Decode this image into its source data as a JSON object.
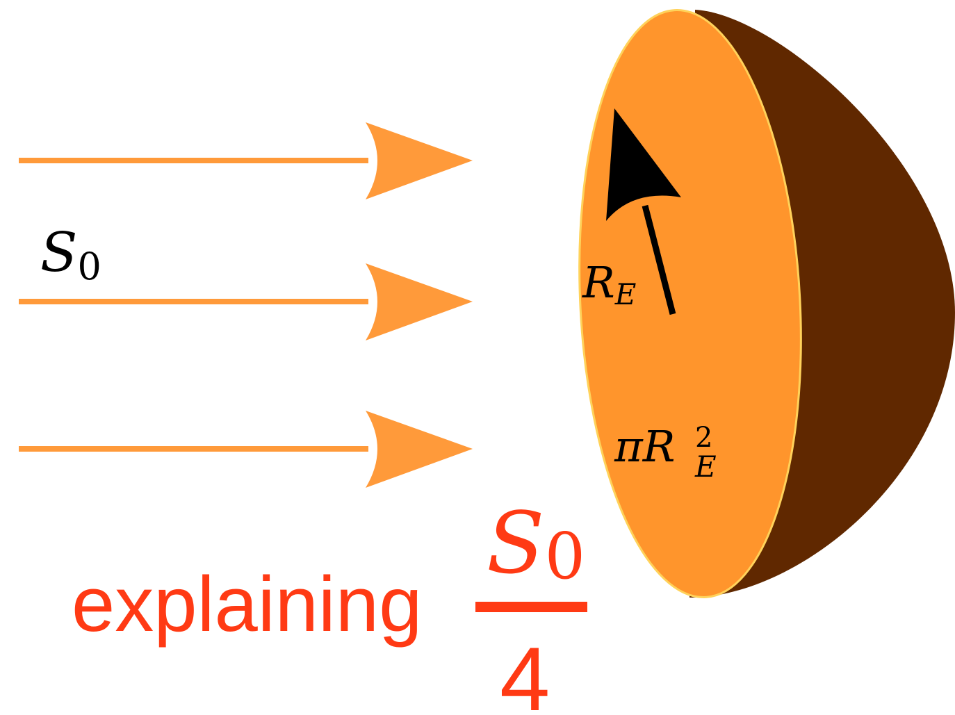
{
  "colors": {
    "beam": "#FF9A3A",
    "disc": "#FF952C",
    "hemisphere": "#602800",
    "rim": "#FFD25A",
    "radius_arrow": "#000000",
    "caption": "#FF3A14",
    "label": "#000000"
  },
  "labels": {
    "flux_symbol": "S",
    "flux_subscript": "0",
    "radius_symbol": "R",
    "radius_subscript": "E",
    "area_pi": "π",
    "area_symbol": "R",
    "area_superscript": "2",
    "area_subscript": "E"
  },
  "caption": {
    "word": "explaining",
    "numerator_symbol": "S",
    "numerator_subscript": "0",
    "denominator": "4"
  },
  "icons": {
    "beam_arrows": "right-arrow-icon",
    "radius_arrow": "up-arrow-icon"
  }
}
